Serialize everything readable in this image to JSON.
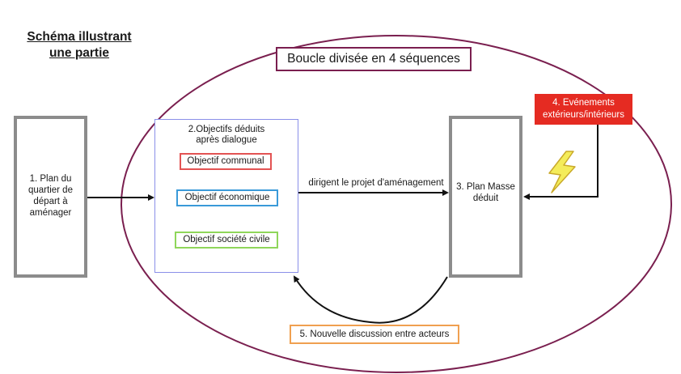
{
  "title": {
    "line1": "Schéma illustrant",
    "line2": "une partie"
  },
  "loop_label": "Boucle divisée en 4 séquences",
  "step1": {
    "lines": [
      "1. Plan du",
      "quartier de",
      "départ à",
      "aménager"
    ]
  },
  "step2": {
    "heading_line1": "2.Objectifs déduits",
    "heading_line2": "après dialogue",
    "objectives": [
      {
        "label": "Objectif communal",
        "color": "#e35353"
      },
      {
        "label": "Objectif économique",
        "color": "#3a9ad9"
      },
      {
        "label": "Objectif société civile",
        "color": "#8fd65a"
      }
    ]
  },
  "arrow_label": "dirigent le projet d'aménagement",
  "step3": {
    "line1": "3. Plan Masse",
    "line2": "déduit"
  },
  "step4": {
    "line1": "4. Evénements",
    "line2": "extérieurs/intérieurs",
    "color": "#e52b22"
  },
  "step5": {
    "label": "5. Nouvelle discussion entre acteurs",
    "color": "#f0a050"
  },
  "icons": {
    "lightning": "lightning-bolt-icon"
  }
}
